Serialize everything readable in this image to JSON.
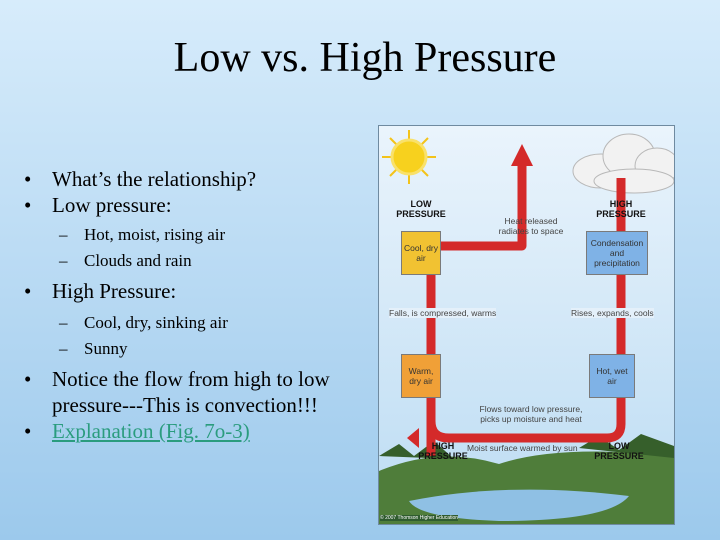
{
  "slide": {
    "title": "Low vs. High Pressure",
    "bullets": {
      "b1": "What’s the relationship?",
      "b2": "Low pressure:",
      "b2_sub": [
        "Hot, moist, rising air",
        "Clouds and rain"
      ],
      "b3": "High Pressure:",
      "b3_sub": [
        "Cool, dry, sinking air",
        "Sunny"
      ],
      "b4": "Notice the flow from high to low pressure---This is convection!!!",
      "b5_link": "Explanation (Fig. 7o-3)"
    }
  },
  "figure": {
    "low_top": "LOW\nPRESSURE",
    "high_top": "HIGH\nPRESSURE",
    "heat": "Heat released\nradiates to space",
    "cool_dry": "Cool, dry\nair",
    "condensation": "Condensation\nand\nprecipitation",
    "falls": "Falls, is compressed, warms",
    "rises": "Rises, expands, cools",
    "warm_dry": "Warm,\ndry air",
    "hot_wet": "Hot, wet\nair",
    "flows": "Flows toward low pressure,\npicks up moisture and heat",
    "high_bottom": "HIGH\nPRESSURE",
    "moist": "Moist surface warmed by sun",
    "low_bottom": "LOW\nPRESSURE",
    "copyright": "© 2007 Thomson Higher Education",
    "colors": {
      "arrow": "#d42a2a",
      "yellow_box": "#f1c232",
      "orange_box": "#f0a037",
      "blue_box": "#7fb2e6"
    }
  }
}
